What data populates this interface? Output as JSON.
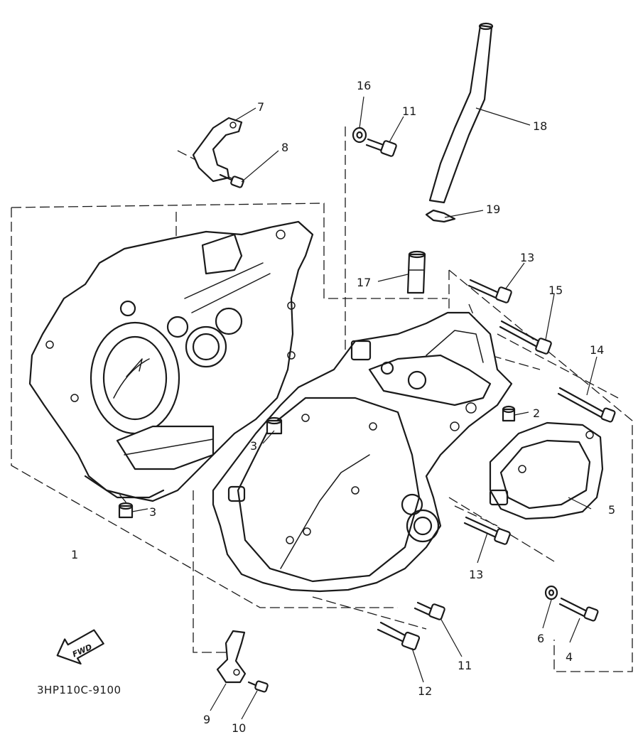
{
  "diagram": {
    "drawing_code": "3HP110C-9100",
    "fwd_label": "FWD",
    "callouts": {
      "c1": "1",
      "c2": "2",
      "c3a": "3",
      "c3b": "3",
      "c4": "4",
      "c5": "5",
      "c6": "6",
      "c7": "7",
      "c8": "8",
      "c9": "9",
      "c10": "10",
      "c11a": "11",
      "c11b": "11",
      "c12": "12",
      "c13a": "13",
      "c13b": "13",
      "c14": "14",
      "c15": "15",
      "c16": "16",
      "c17": "17",
      "c18": "18",
      "c19": "19"
    }
  }
}
